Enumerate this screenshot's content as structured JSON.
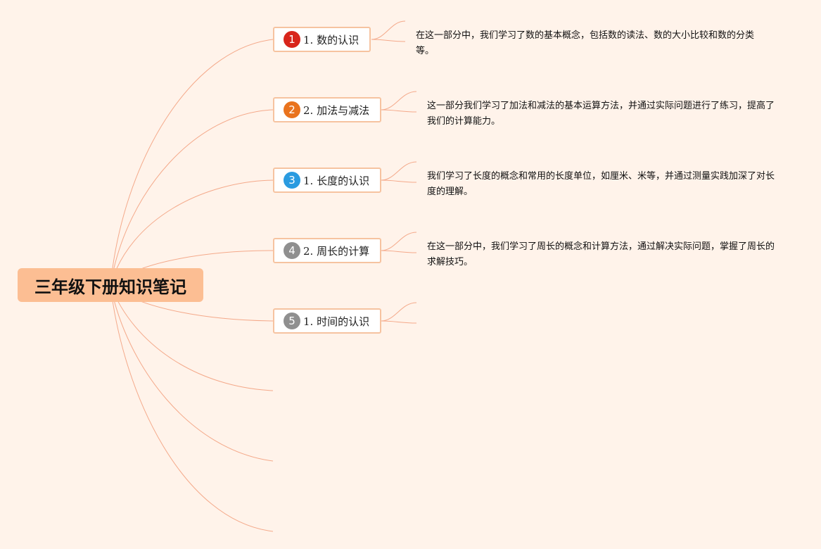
{
  "root": {
    "title": "三年级下册知识笔记"
  },
  "topics": [
    {
      "number": "1",
      "badge_color": "#d8251b",
      "label": "1. 数的认识",
      "note": "在这一部分中，我们学习了数的基本概念，包括数的读法、数的大小比较和数的分类等。"
    },
    {
      "number": "2",
      "badge_color": "#e9731e",
      "label": "2. 加法与减法",
      "note": "这一部分我们学习了加法和减法的基本运算方法，并通过实际问题进行了练习，提高了我们的计算能力。"
    },
    {
      "number": "3",
      "badge_color": "#2a9be0",
      "label": "1. 长度的认识",
      "note": "我们学习了长度的概念和常用的长度单位，如厘米、米等，并通过测量实践加深了对长度的理解。"
    },
    {
      "number": "4",
      "badge_color": "#8f8f8f",
      "label": "2. 周长的计算",
      "note": "在这一部分中，我们学习了周长的概念和计算方法，通过解决实际问题，掌握了周长的求解技巧。"
    },
    {
      "number": "5",
      "badge_color": "#8f8f8f",
      "label": "1. 时间的认识",
      "note": ""
    }
  ],
  "colors": {
    "line": "#f4a98a",
    "background": "#fff3ea",
    "root_fill": "#fcbe93"
  }
}
